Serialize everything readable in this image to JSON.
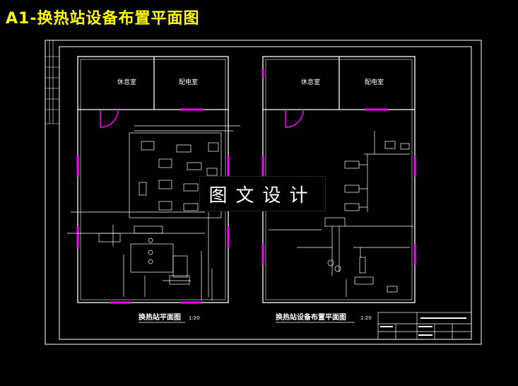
{
  "title": "A1-换热站设备布置平面图",
  "watermark": "图文设计",
  "plan_left": {
    "room1": "休息室",
    "room2": "配电室",
    "caption": "换热站平面图",
    "scale": "1:20"
  },
  "plan_right": {
    "room1": "休息室",
    "room2": "配电室",
    "caption": "换热站设备布置平面图",
    "scale": "1:20"
  },
  "colors": {
    "title": "#ffff00",
    "lines": "#ffffff",
    "openings": "#ff00ff",
    "background": "#000000"
  }
}
